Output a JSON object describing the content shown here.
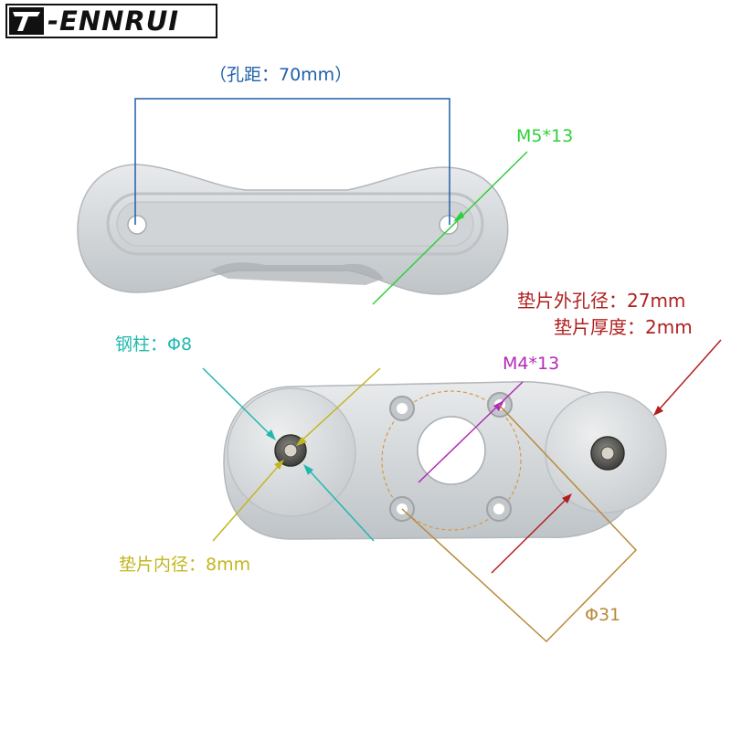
{
  "brand": {
    "logo_text": "-ENNRUI"
  },
  "labels": {
    "hole_spacing": "（孔距：70mm）",
    "top_screw": "M5*13",
    "outer_hole": "垫片外孔径：27mm",
    "thickness": "垫片厚度：2mm",
    "steel_post": "钢柱：Φ8",
    "bottom_screw": "M4*13",
    "inner_diameter": "垫片内径：8mm",
    "circle_diameter": "Φ31"
  },
  "colors": {
    "blue": "#1f5fa8",
    "green": "#2fcf3a",
    "red": "#b02020",
    "teal": "#22b8b0",
    "magenta": "#b22ab8",
    "olive": "#c2b620",
    "tan": "#b88a3a",
    "metal": "#d6dadd",
    "metal_dark": "#b4b9bd"
  },
  "icons": {
    "logo_mark": "t-logo-icon"
  }
}
